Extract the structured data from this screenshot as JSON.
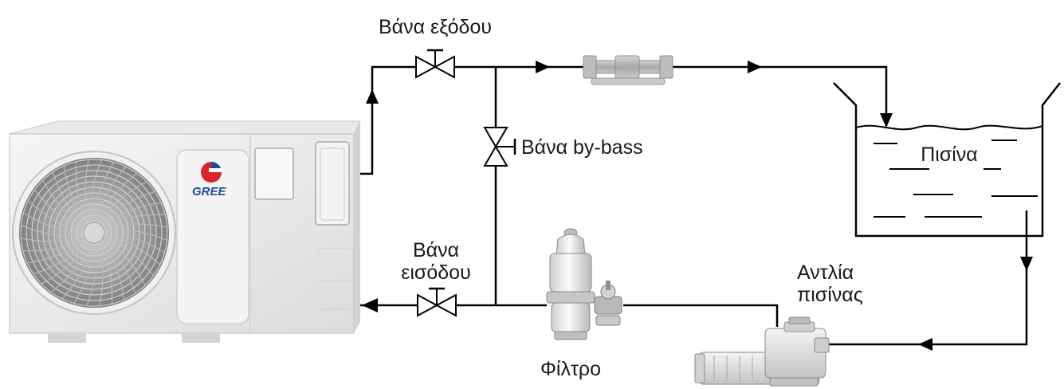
{
  "labels": {
    "outlet_valve": "Βάνα εξόδου",
    "bypass_valve": "Βάνα by-bass",
    "inlet_valve_line1": "Βάνα",
    "inlet_valve_line2": "εισόδου",
    "pool": "Πισίνα",
    "pump_line1": "Αντλία",
    "pump_line2": "πισίνας",
    "filter": "Φίλτρο"
  },
  "heat_pump": {
    "brand": "GREE"
  },
  "colors": {
    "line": "#000000",
    "unit_body": "#ededed",
    "fan_dark": "#8e8e8e",
    "logo_red": "#d9262e",
    "logo_blue": "#1b4b9b",
    "heater_gray": "#b5b5b5"
  }
}
